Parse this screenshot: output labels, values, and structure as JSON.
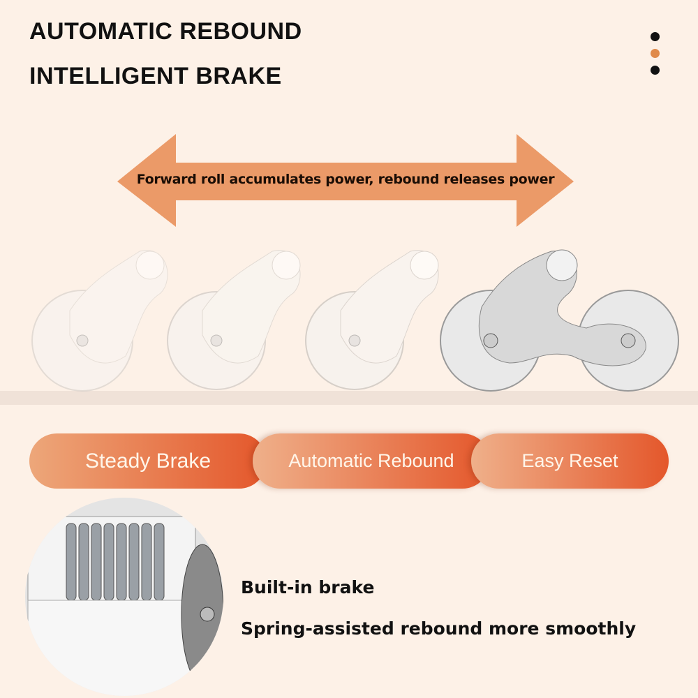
{
  "headline": {
    "line1": "AUTOMATIC REBOUND",
    "line2": "INTELLIGENT BRAKE"
  },
  "pager_dots": [
    {
      "color": "#111111"
    },
    {
      "color": "#e08a4a"
    },
    {
      "color": "#111111"
    }
  ],
  "arrow": {
    "text": "Forward roll accumulates power, rebound releases power",
    "color": "#eb9a68"
  },
  "features_bar": [
    "Steady Brake",
    "Automatic Rebound",
    "Easy Reset"
  ],
  "details": {
    "line1": "Built-in brake",
    "line2": "Spring-assisted rebound more smoothly"
  }
}
